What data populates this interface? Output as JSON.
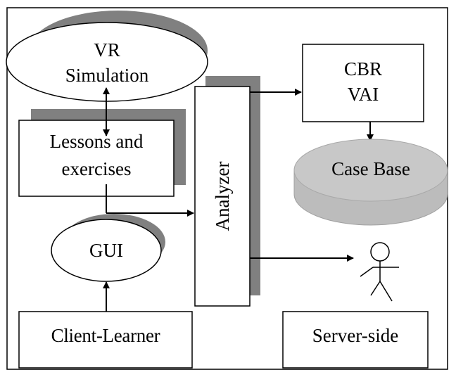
{
  "colors": {
    "shadow": "#808080",
    "case_base_fill": "#c8c8c8",
    "line": "#000000",
    "background": "#ffffff"
  },
  "nodes": {
    "vr_simulation": {
      "line1": "VR",
      "line2": "Simulation"
    },
    "lessons": {
      "line1": "Lessons and",
      "line2": "exercises"
    },
    "gui": {
      "label": "GUI"
    },
    "client_learner": {
      "label": "Client-Learner"
    },
    "analyzer": {
      "label": "Analyzer"
    },
    "cbr_vai": {
      "line1": "CBR",
      "line2": "VAI"
    },
    "case_base": {
      "label": "Case Base"
    },
    "server_side": {
      "label": "Server-side"
    }
  },
  "icons": {
    "user": "stick-figure-icon"
  }
}
